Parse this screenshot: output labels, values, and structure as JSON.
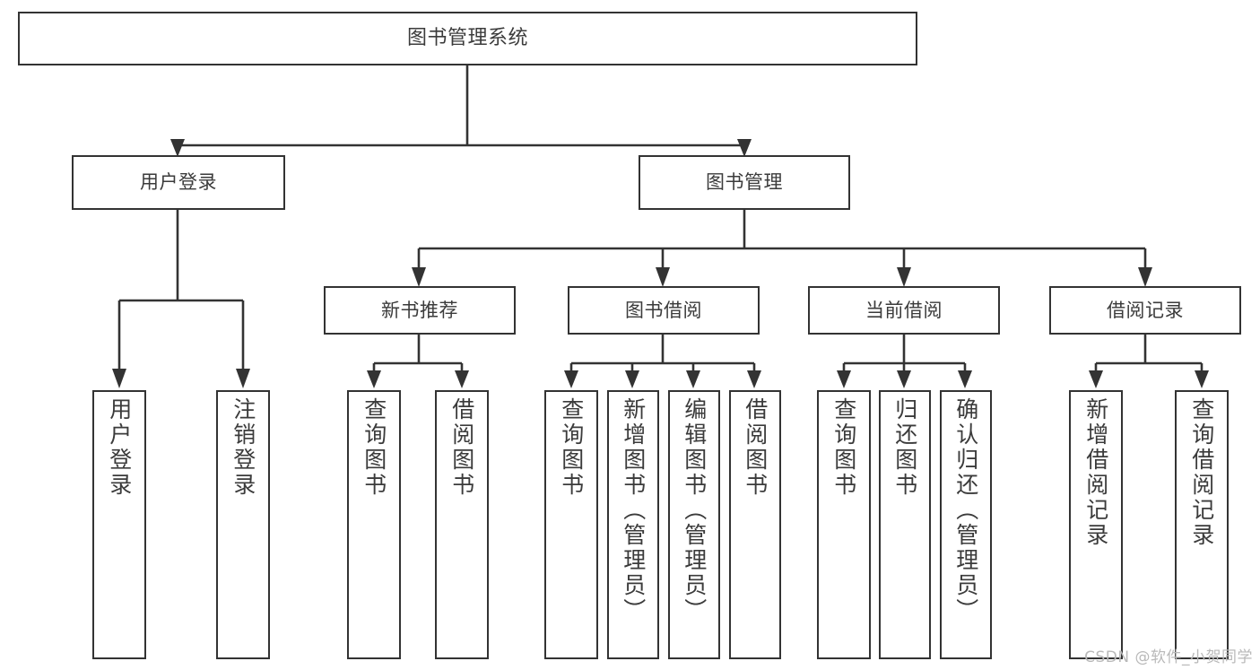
{
  "diagram": {
    "title": "图书管理系统",
    "type": "hierarchy-tree",
    "root": {
      "label": "图书管理系统"
    },
    "level2": [
      {
        "id": "user-login",
        "label": "用户登录"
      },
      {
        "id": "book-manage",
        "label": "图书管理"
      }
    ],
    "level3": [
      {
        "id": "new-book-recommend",
        "label": "新书推荐",
        "parent": "book-manage"
      },
      {
        "id": "book-borrow",
        "label": "图书借阅",
        "parent": "book-manage"
      },
      {
        "id": "current-borrow",
        "label": "当前借阅",
        "parent": "book-manage"
      },
      {
        "id": "borrow-record",
        "label": "借阅记录",
        "parent": "book-manage"
      }
    ],
    "leaves": [
      {
        "id": "leaf-user-login",
        "label": "用户登录",
        "parent": "user-login"
      },
      {
        "id": "leaf-user-logout",
        "label": "注销登录",
        "parent": "user-login"
      },
      {
        "id": "leaf-query-book-1",
        "label": "查询图书",
        "parent": "new-book-recommend"
      },
      {
        "id": "leaf-borrow-book-1",
        "label": "借阅图书",
        "parent": "new-book-recommend"
      },
      {
        "id": "leaf-query-book-2",
        "label": "查询图书",
        "parent": "book-borrow"
      },
      {
        "id": "leaf-add-book-admin",
        "label": "新增图书（管理员）",
        "parent": "book-borrow"
      },
      {
        "id": "leaf-edit-book-admin",
        "label": "编辑图书（管理员）",
        "parent": "book-borrow"
      },
      {
        "id": "leaf-borrow-book-2",
        "label": "借阅图书",
        "parent": "book-borrow"
      },
      {
        "id": "leaf-query-book-3",
        "label": "查询图书",
        "parent": "current-borrow"
      },
      {
        "id": "leaf-return-book",
        "label": "归还图书",
        "parent": "current-borrow"
      },
      {
        "id": "leaf-confirm-return",
        "label": "确认归还（管理员）",
        "parent": "current-borrow"
      },
      {
        "id": "leaf-add-record",
        "label": "新增借阅记录",
        "parent": "borrow-record"
      },
      {
        "id": "leaf-query-record",
        "label": "查询借阅记录",
        "parent": "borrow-record"
      }
    ],
    "colors": {
      "border": "#333333",
      "text": "#3b3b3b",
      "background": "#ffffff",
      "watermark": "#b9b9b9"
    }
  },
  "watermark": {
    "text": "CSDN @软件_小贺同学"
  }
}
